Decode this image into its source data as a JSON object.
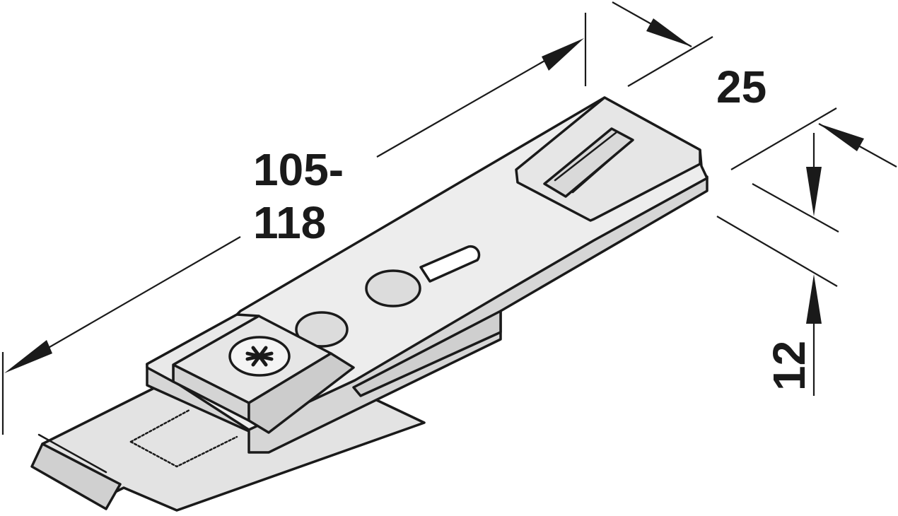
{
  "dimensions": {
    "length_line1": "105-",
    "length_line2": "118",
    "width": "25",
    "height": "12"
  },
  "colors": {
    "stroke": "#1a1a1a",
    "part_top": "#ededed",
    "part_side": "#d6d6d6",
    "part_dark": "#c4c4c4",
    "background": "#ffffff"
  },
  "icons": {
    "screw": "pozidriv-screw-head"
  }
}
